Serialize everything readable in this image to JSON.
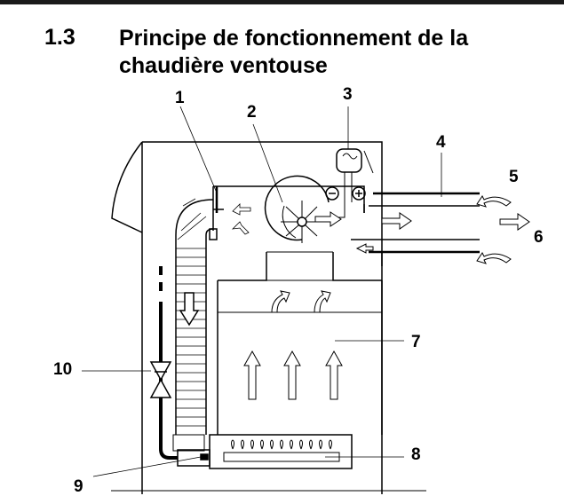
{
  "section": {
    "number": "1.3",
    "title": "Principe de fonctionnement de la chaudière ventouse"
  },
  "callouts": [
    "1",
    "2",
    "3",
    "4",
    "5",
    "6",
    "7",
    "8",
    "9",
    "10"
  ]
}
